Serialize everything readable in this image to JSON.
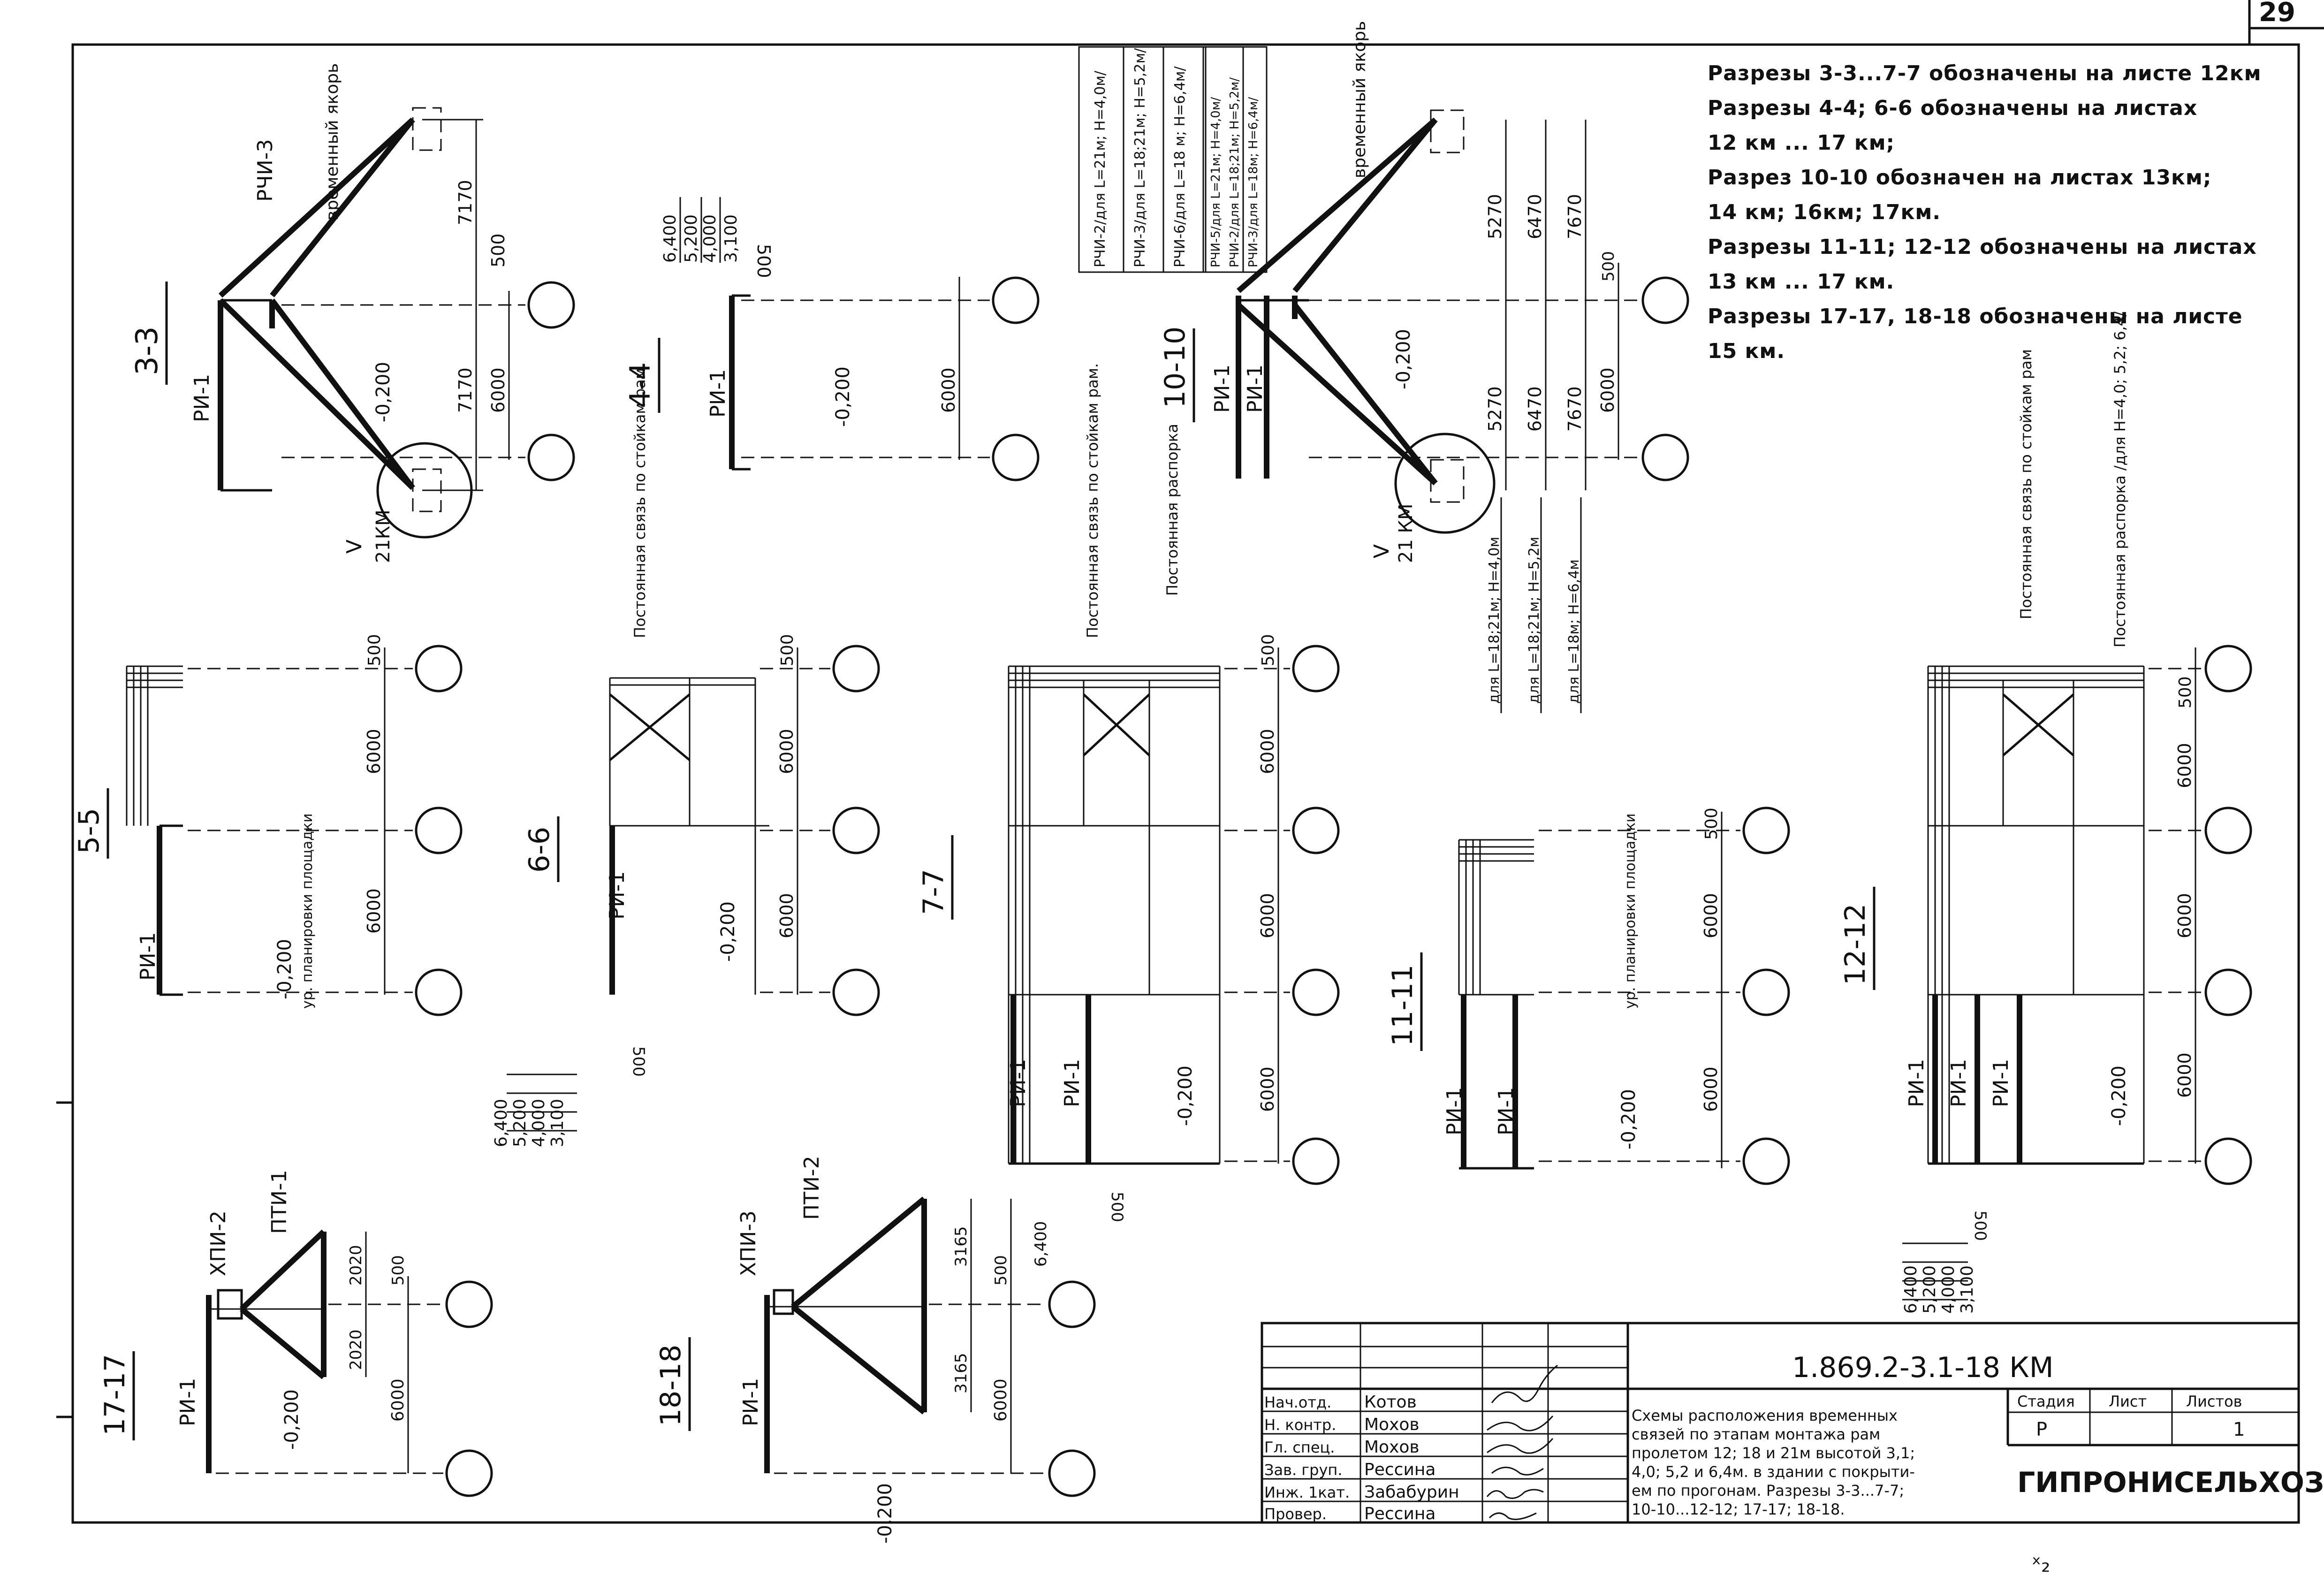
{
  "page_number": "29",
  "page_corner_mark": "ˣ₂",
  "notes": [
    "Разрезы 3-3...7-7 обозначены на листе 12км",
    "Разрезы 4-4; 6-6 обозначены на листах",
    "12 км ... 17 км;",
    "Разрез 10-10 обозначен на листах 13км;",
    "14 км; 16км; 17км.",
    "Разрезы 11-11; 12-12 обозначены на листах",
    "13 км ... 17 км.",
    "Разрезы 17-17, 18-18 обозначены на листе",
    "15 км."
  ],
  "sections": {
    "s33": {
      "title": "3-3",
      "col": "РИ-1",
      "brace": "РЧИ-3",
      "anchor": "временный якорь",
      "elev": "-0,200",
      "node": "V",
      "node_sheet": "21КМ",
      "dims": [
        "7170",
        "500",
        "7170",
        "6000"
      ]
    },
    "s44": {
      "title": "4-4",
      "col": "РИ-1",
      "elev": "-0,200",
      "dims": [
        "500",
        "6000"
      ],
      "heights": [
        "6,400",
        "5,200",
        "4,000",
        "3,100"
      ]
    },
    "s1010": {
      "title": "10-10",
      "col1": "РИ-1",
      "col2": "РИ-1",
      "anchor": "временный якорь",
      "elev": "-0,200",
      "node": "V",
      "node_sheet": "21 КМ",
      "brace_labels": [
        "РЧИ-2/для L=21м; Н=4,0м/",
        "РЧИ-3/для L=18;21м; Н=5,2м/",
        "РЧИ-6/для L=18 м; Н=6,4м/",
        "РЧИ-5/для L=21м; Н=4,0м/",
        "РЧИ-2/для L=18;21м; Н=5,2м/",
        "РЧИ-3/для L=18м; Н=6,4м/"
      ],
      "bottom_labels": [
        "для L=18;21м; Н=4,0м",
        "для L=18;21м; Н=5,2м",
        "для L=18м; Н=6,4м"
      ],
      "dims_top": [
        "5270",
        "6470",
        "7670"
      ],
      "dims_bot": [
        "5270",
        "6470",
        "7670"
      ],
      "dims_small": [
        "500",
        "6000"
      ]
    },
    "s55": {
      "title": "5-5",
      "col": "РИ-1",
      "elev": "-0,200",
      "level_note": "ур. планировки площадки",
      "dims": [
        "500",
        "6000",
        "6000"
      ]
    },
    "s66": {
      "title": "6-6",
      "col": "РИ-1",
      "elev": "-0,200",
      "bracing_note": "Постоянная связь по стойкам рам.",
      "dims": [
        "500",
        "6000",
        "6000"
      ],
      "heights": [
        "6,400",
        "5,200",
        "4,000",
        "3,100"
      ],
      "dim_500": "500"
    },
    "s77": {
      "title": "7-7",
      "col1": "РИ-1",
      "col2": "РИ-1",
      "elev": "-0,200",
      "bracing_note": "Постоянная связь по стойкам рам.",
      "strut_note": "Постоянная распорка",
      "dims": [
        "500",
        "6000",
        "6000",
        "6000"
      ],
      "dim_500": "500"
    },
    "s1111": {
      "title": "11-11",
      "col1": "РИ-1",
      "col2": "РИ-1",
      "elev": "-0,200",
      "level_note": "ур. планировки площадки",
      "dims": [
        "500",
        "6000",
        "6000"
      ]
    },
    "s1212": {
      "title": "12-12",
      "col1": "РИ-1",
      "col2": "РИ-1",
      "col3": "РИ-1",
      "elev": "-0,200",
      "bracing_note": "Постоянная связь по стойкам рам",
      "strut_note": "Постоянная распорка /для Н=4,0; 5,2; 6,4/",
      "dims": [
        "500",
        "6000",
        "6000",
        "6000"
      ],
      "heights": [
        "6,400",
        "5,200",
        "4,000",
        "3,100"
      ],
      "dim_500": "500"
    },
    "s1717": {
      "title": "17-17",
      "col": "РИ-1",
      "top": "ХПИ-2",
      "brace": "ПТИ-1",
      "elev": "-0,200",
      "dims": [
        "2020",
        "2020",
        "500",
        "6000"
      ]
    },
    "s1818": {
      "title": "18-18",
      "col": "РИ-1",
      "top": "ХПИ-3",
      "brace": "ПТИ-2",
      "elev": "-0,200",
      "dims": [
        "3165",
        "3165",
        "500",
        "6,400",
        "6000"
      ]
    }
  },
  "title_block": {
    "doc_code": "1.869.2-3.1-18   КМ",
    "roles": [
      "Нач.отд.",
      "Н. контр.",
      "Гл. спец.",
      "Зав. груп.",
      "Инж. 1кат.",
      "Провер."
    ],
    "names": [
      "Котов",
      "Мохов",
      "Мохов",
      "Рессина",
      "Забабурин",
      "Рессина"
    ],
    "description": [
      "Схемы расположения временных",
      "связей по этапам монтажа рам",
      "пролетом 12; 18 и 21м высотой 3,1;",
      "4,0; 5,2 и 6,4м. в здании с покрыти-",
      "ем по прогонам. Разрезы 3-3...7-7;",
      "10-10...12-12; 17-17; 18-18."
    ],
    "stage_label": "Стадия",
    "sheet_label": "Лист",
    "sheets_label": "Листов",
    "stage": "Р",
    "sheet": "",
    "sheets": "1",
    "org": "ГИПРОНИСЕЛЬХОЗ"
  }
}
